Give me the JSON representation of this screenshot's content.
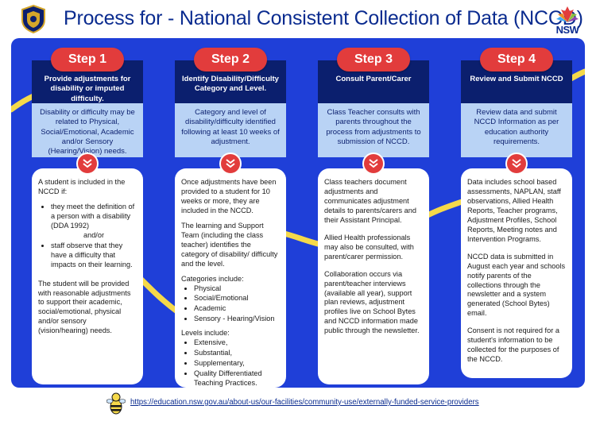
{
  "header": {
    "title": "Process for - National Consistent Collection of Data (NCCD)",
    "logo_left": "school-crest",
    "logo_right_text": "NSW"
  },
  "steps": [
    {
      "label": "Step 1",
      "heading": "Provide adjustments for disability or imputed difficulty.",
      "summary": "Disability or difficulty may be related to Physical, Social/Emotional, Academic and/or Sensory (Hearing/Vision) needs.",
      "body": {
        "intro": "A student is included in the NCCD if:",
        "bullet1": "they meet the definition of a person with a disability (DDA 1992)",
        "andor": "and/or",
        "bullet2": "staff observe that they have a difficulty that impacts on their learning.",
        "outro": "The student will be provided with reasonable adjustments to support their academic, social/emotional, physical and/or sensory (vision/hearing) needs."
      }
    },
    {
      "label": "Step 2",
      "heading": "Identify Disability/Difficulty Category and Level.",
      "summary": "Category and level of disability/difficulty identified following at least 10 weeks of adjustment.",
      "body": {
        "p1": "Once adjustments have been provided to a student for 10 weeks or more, they are included in the NCCD.",
        "p2": "The learning and Support Team (including the class teacher) identifies the category of disability/ difficulty and the level.",
        "categories_title": "Categories include:",
        "categories": [
          "Physical",
          "Social/Emotional",
          "Academic",
          "Sensory - Hearing/Vision"
        ],
        "levels_title": "Levels include:",
        "levels": [
          "Extensive,",
          "Substantial,",
          "Supplementary,",
          "Quality Differentiated Teaching Practices."
        ]
      }
    },
    {
      "label": "Step 3",
      "heading": "Consult Parent/Carer",
      "summary": "Class Teacher consults with parents throughout the process from adjustments to submission of NCCD.",
      "body": {
        "p1": "Class teachers document adjustments and communicates adjustment details to parents/carers and their Assistant Principal.",
        "p2": "Allied Health professionals may also be consulted, with parent/carer permission.",
        "p3": "Collaboration occurs via parent/teacher interviews (available all year), support plan reviews, adjustment profiles live on School Bytes and NCCD information made public through the newsletter."
      }
    },
    {
      "label": "Step 4",
      "heading": "Review and Submit NCCD",
      "summary": "Review data and submit NCCD Information as per education authority requirements.",
      "body": {
        "p1": "Data includes school based assessments, NAPLAN, staff observations, Allied Health Reports, Teacher programs, Adjustment Profiles, School Reports, Meeting notes and Intervention Programs.",
        "p2": "NCCD data is submitted in August each year and schools notify parents of the collections through the newsletter and a system generated (School Bytes) email.",
        "p3": "Consent is not required for a student's information to be collected for the purposes of the NCCD."
      }
    }
  ],
  "footer": {
    "link": "https://education.nsw.gov.au/about-us/our-facilities/community-use/externally-funded-service-providers",
    "mascot": "bee-mascot"
  },
  "colors": {
    "panel": "#1f3fd8",
    "dark_box": "#0b1f6e",
    "light_box": "#b9d3f5",
    "step_red": "#e23c3c",
    "swoosh": "#f5d94a",
    "title": "#0a2b8f"
  }
}
